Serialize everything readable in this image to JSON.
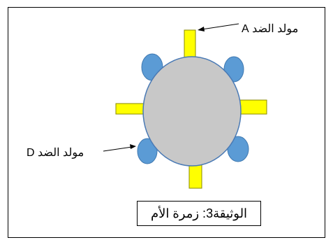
{
  "labels": {
    "antigen_a": "مولد الضد A",
    "antigen_d": "مولد الضد D"
  },
  "caption": "الوثيقة3: زمرة الأم",
  "colors": {
    "cell_fill": "#c8c8c8",
    "cell_stroke": "#4a7ab5",
    "antigen_a_fill": "#ffff00",
    "antigen_a_stroke": "#8a8a00",
    "antigen_d_fill": "#5b9bd5",
    "antigen_d_stroke": "#3f78b0"
  }
}
